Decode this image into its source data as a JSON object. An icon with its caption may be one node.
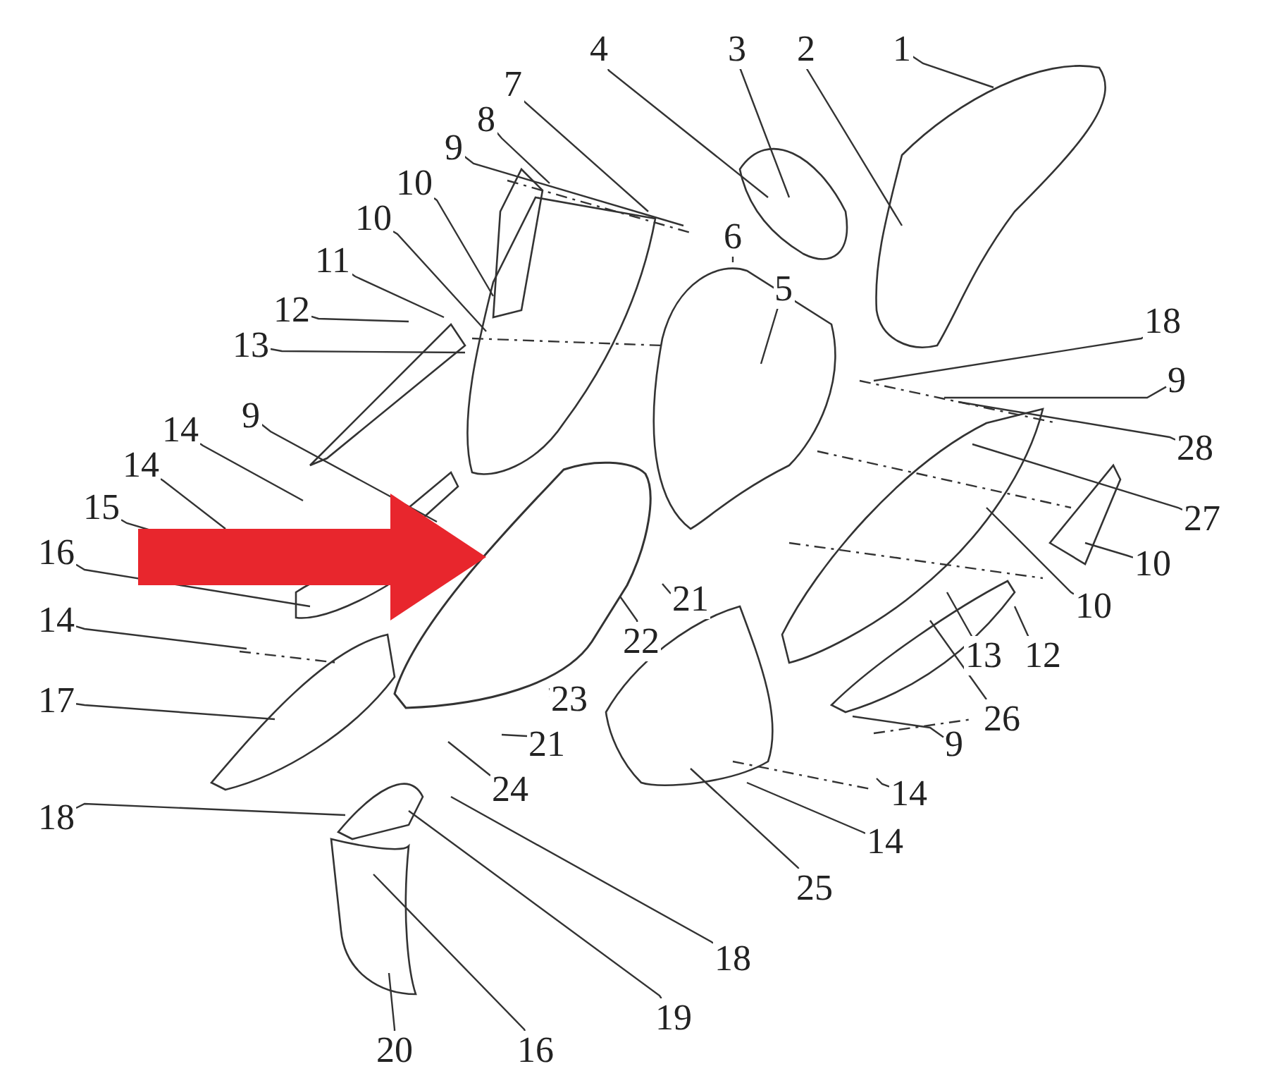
{
  "diagram": {
    "nodes": [
      {
        "text": [
          "1"
        ]
      },
      {
        "text": [
          "2"
        ]
      },
      {
        "text": [
          "3"
        ]
      },
      {
        "text": [
          "4"
        ]
      },
      {
        "text": [
          "5"
        ]
      },
      {
        "text": [
          "6"
        ]
      },
      {
        "text": [
          "7"
        ]
      },
      {
        "text": [
          "8"
        ]
      },
      {
        "text": [
          "9"
        ]
      },
      {
        "text": [
          "10"
        ]
      },
      {
        "text": [
          "10"
        ]
      },
      {
        "text": [
          "11"
        ]
      },
      {
        "text": [
          "12"
        ]
      },
      {
        "text": [
          "13"
        ]
      },
      {
        "text": [
          "9"
        ]
      },
      {
        "text": [
          "14"
        ]
      },
      {
        "text": [
          "14"
        ]
      },
      {
        "text": [
          "15"
        ]
      },
      {
        "text": [
          "16"
        ]
      },
      {
        "text": [
          "14"
        ]
      },
      {
        "text": [
          "17"
        ]
      },
      {
        "text": [
          "18"
        ]
      },
      {
        "text": [
          "20"
        ]
      },
      {
        "text": [
          "16"
        ]
      },
      {
        "text": [
          "19"
        ]
      },
      {
        "text": [
          "18"
        ]
      },
      {
        "text": [
          "25"
        ]
      },
      {
        "text": [
          "14"
        ]
      },
      {
        "text": [
          "14"
        ]
      },
      {
        "text": [
          "24"
        ]
      },
      {
        "text": [
          "21"
        ]
      },
      {
        "text": [
          "23"
        ]
      },
      {
        "text": [
          "22"
        ]
      },
      {
        "text": [
          "21"
        ]
      },
      {
        "text": [
          "26"
        ]
      },
      {
        "text": [
          "9"
        ]
      },
      {
        "text": [
          "13"
        ]
      },
      {
        "text": [
          "12"
        ]
      },
      {
        "text": [
          "10"
        ]
      },
      {
        "text": [
          "10"
        ]
      },
      {
        "text": [
          "27"
        ]
      },
      {
        "text": [
          "28"
        ]
      },
      {
        "text": [
          "9"
        ]
      },
      {
        "text": [
          "18"
        ]
      },
      {
        "text": [],
        "shape": "picture"
      }
    ],
    "edges": [
      {
        "from": 0,
        "to": null,
        "arrow": "none"
      },
      {
        "from": 1,
        "to": null,
        "arrow": "none"
      },
      {
        "from": 2,
        "to": null,
        "arrow": "none"
      },
      {
        "from": 3,
        "to": null,
        "arrow": "none"
      },
      {
        "from": 4,
        "to": null,
        "arrow": "none"
      },
      {
        "from": 5,
        "to": null,
        "arrow": "none"
      },
      {
        "from": 6,
        "to": null,
        "arrow": "none"
      },
      {
        "from": 7,
        "to": null,
        "arrow": "none"
      },
      {
        "from": 8,
        "to": null,
        "arrow": "none"
      },
      {
        "from": 9,
        "to": null,
        "arrow": "none"
      },
      {
        "from": 10,
        "to": null,
        "arrow": "none"
      },
      {
        "from": 11,
        "to": null,
        "arrow": "none"
      },
      {
        "from": 12,
        "to": null,
        "arrow": "none"
      },
      {
        "from": 13,
        "to": null,
        "arrow": "none"
      },
      {
        "from": 14,
        "to": null,
        "arrow": "none"
      },
      {
        "from": 15,
        "to": null,
        "arrow": "none"
      },
      {
        "from": 16,
        "to": null,
        "arrow": "none"
      },
      {
        "from": 17,
        "to": null,
        "arrow": "none"
      },
      {
        "from": 18,
        "to": null,
        "arrow": "none"
      },
      {
        "from": 19,
        "to": null,
        "arrow": "none"
      },
      {
        "from": 20,
        "to": null,
        "arrow": "none"
      },
      {
        "from": 21,
        "to": null,
        "arrow": "none"
      },
      {
        "from": 22,
        "to": null,
        "arrow": "none"
      },
      {
        "from": 23,
        "to": null,
        "arrow": "none"
      },
      {
        "from": 24,
        "to": null,
        "arrow": "none"
      },
      {
        "from": 25,
        "to": null,
        "arrow": "none"
      },
      {
        "from": 26,
        "to": null,
        "arrow": "none"
      },
      {
        "from": 27,
        "to": null,
        "arrow": "none"
      },
      {
        "from": 28,
        "to": null,
        "arrow": "none"
      },
      {
        "from": 29,
        "to": null,
        "arrow": "none"
      },
      {
        "from": 30,
        "to": null,
        "arrow": "none"
      },
      {
        "from": 31,
        "to": null,
        "arrow": "none"
      },
      {
        "from": 32,
        "to": 44,
        "arrow": "none"
      },
      {
        "from": 33,
        "to": null,
        "arrow": "none"
      },
      {
        "from": 34,
        "to": null,
        "arrow": "none"
      },
      {
        "from": 35,
        "to": null,
        "arrow": "none"
      },
      {
        "from": 36,
        "to": null,
        "arrow": "none"
      },
      {
        "from": 37,
        "to": null,
        "arrow": "none"
      },
      {
        "from": 38,
        "to": null,
        "arrow": "none"
      },
      {
        "from": 39,
        "to": null,
        "arrow": "none"
      },
      {
        "from": 40,
        "to": null,
        "arrow": "none"
      },
      {
        "from": 41,
        "to": null,
        "arrow": "none"
      },
      {
        "from": 42,
        "to": null,
        "arrow": "none"
      },
      {
        "from": 43,
        "to": null,
        "arrow": "none"
      },
      {
        "from": null,
        "to": 44,
        "arrow": "to",
        "style": "thick",
        "color": "#e8262d"
      }
    ]
  }
}
